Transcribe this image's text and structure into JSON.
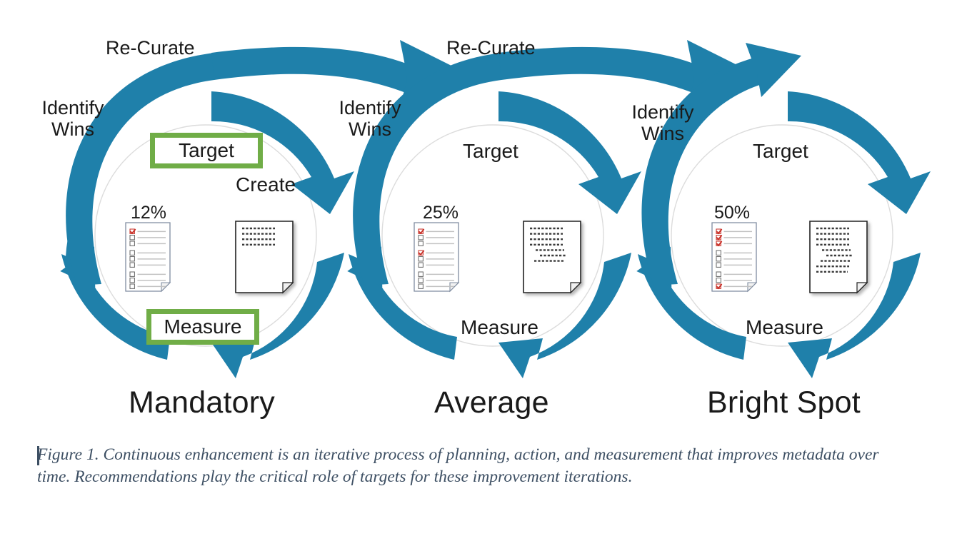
{
  "figure": {
    "caption": "Figure 1. Continuous enhancement is an iterative process of planning, action, and measurement that improves metadata over time. Recommendations play the critical role of targets for these improvement iterations.",
    "colors": {
      "arrow_blue": "#1f80aa",
      "highlight_green": "#70ad47",
      "label_black": "#1a1a1a",
      "caption_blue_gray": "#3d4f63",
      "check_red": "#c9332b",
      "circle_outline": "#d8d8d8"
    }
  },
  "cycles": [
    {
      "title": "Mandatory",
      "percent": "12%",
      "labels": {
        "recurate": "Re-Curate",
        "identify_line1": "Identify",
        "identify_line2": "Wins",
        "target": "Target",
        "create": "Create",
        "measure": "Measure"
      },
      "highlighted": [
        "Target",
        "Measure"
      ],
      "checklist": {
        "rows": 9,
        "checked_rows": [
          1
        ]
      },
      "document": {
        "text_lines": 4
      }
    },
    {
      "title": "Average",
      "percent": "25%",
      "labels": {
        "recurate": "Re-Curate",
        "identify_line1": "Identify",
        "identify_line2": "Wins",
        "target": "Target",
        "create": "",
        "measure": "Measure"
      },
      "highlighted": [],
      "checklist": {
        "rows": 9,
        "checked_rows": [
          1,
          4
        ]
      },
      "document": {
        "text_lines": 7
      }
    },
    {
      "title": "Bright Spot",
      "percent": "50%",
      "labels": {
        "recurate": "",
        "identify_line1": "Identify",
        "identify_line2": "Wins",
        "target": "Target",
        "create": "",
        "measure": "Measure"
      },
      "highlighted": [],
      "checklist": {
        "rows": 9,
        "checked_rows": [
          1,
          2,
          3,
          9
        ]
      },
      "document": {
        "text_lines": 9
      }
    }
  ]
}
